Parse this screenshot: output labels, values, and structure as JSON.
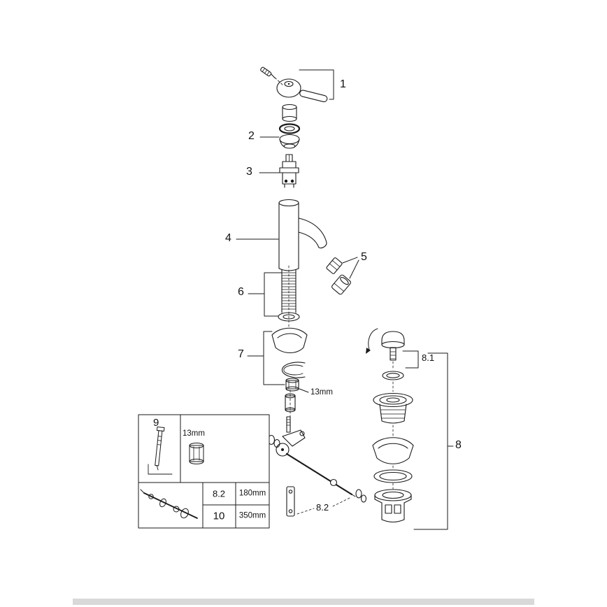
{
  "diagram": {
    "type": "exploded-parts-diagram",
    "callouts": {
      "part1": "1",
      "part2": "2",
      "part3": "3",
      "part4": "4",
      "part5": "5",
      "part6": "6",
      "part7": "7",
      "part8": "8",
      "part8_1": "8.1",
      "part8_2": "8.2",
      "part9": "9"
    },
    "annotations": {
      "wrench_size_main": "13mm",
      "wrench_size_inset": "13mm"
    },
    "size_table": {
      "rows": [
        {
          "part": "8.2",
          "length": "180mm"
        },
        {
          "part": "10",
          "length": "350mm"
        }
      ]
    },
    "colors": {
      "line": "#1a1a1a",
      "footer_bar": "#d9d9d9",
      "background": "#ffffff"
    }
  }
}
